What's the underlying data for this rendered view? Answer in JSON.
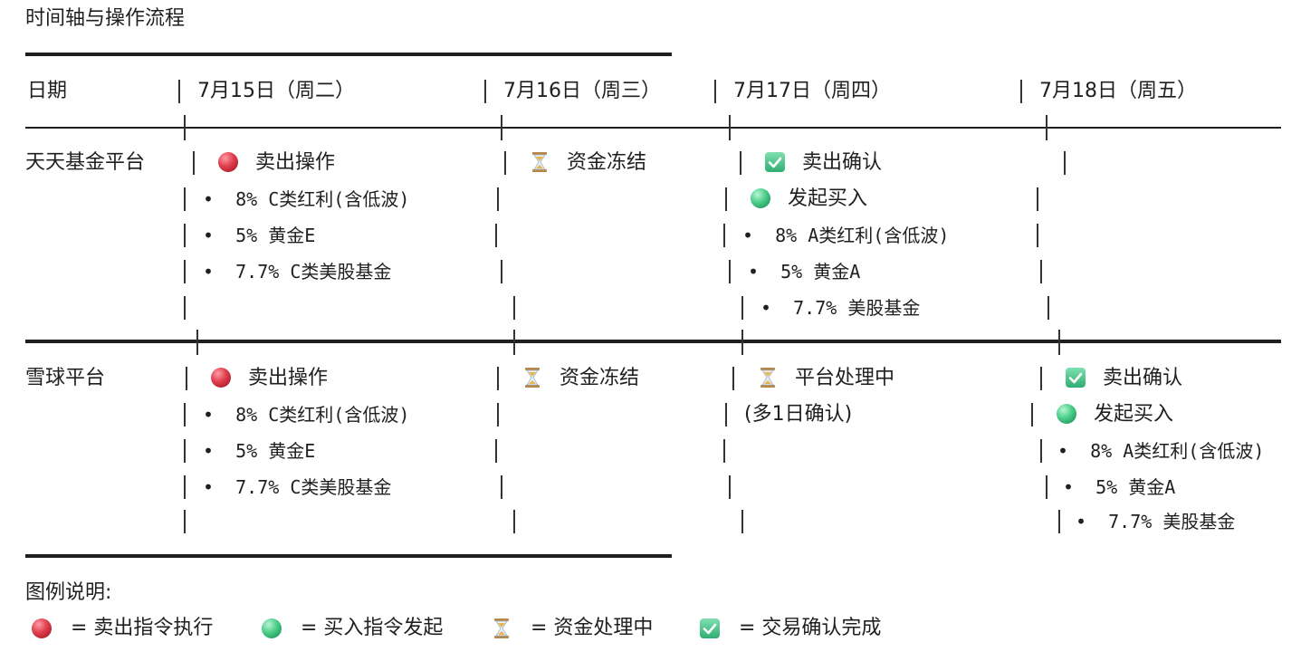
{
  "title": "时间轴与操作流程",
  "header": {
    "date_label": "日期",
    "days": [
      "7月15日（周二）",
      "7月16日（周三）",
      "7月17日（周四）",
      "7月18日（周五）"
    ]
  },
  "platforms": [
    {
      "name": "天天基金平台",
      "day1": {
        "action": "卖出操作",
        "items": [
          "8% C类红利(含低波)",
          "5% 黄金E",
          "7.7% C类美股基金"
        ]
      },
      "day2": {
        "action": "资金冻结"
      },
      "day3": {
        "action1": "卖出确认",
        "action2": "发起买入",
        "items": [
          "8% A类红利(含低波)",
          "5% 黄金A",
          "7.7% 美股基金"
        ]
      }
    },
    {
      "name": "雪球平台",
      "day1": {
        "action": "卖出操作",
        "items": [
          "8% C类红利(含低波)",
          "5% 黄金E",
          "7.7% C类美股基金"
        ]
      },
      "day2": {
        "action": "资金冻结"
      },
      "day3": {
        "action": "平台处理中",
        "note": "(多1日确认)"
      },
      "day4": {
        "action1": "卖出确认",
        "action2": "发起买入",
        "items": [
          "8% A类红利(含低波)",
          "5% 黄金A",
          "7.7% 美股基金"
        ]
      }
    }
  ],
  "legend": {
    "title": "图例说明:",
    "entries": [
      {
        "icon": "red-circle-icon",
        "label": "= 卖出指令执行"
      },
      {
        "icon": "green-circle-icon",
        "label": "= 买入指令发起"
      },
      {
        "icon": "hourglass-icon",
        "label": "= 资金处理中"
      },
      {
        "icon": "check-box-icon",
        "label": "= 交易确认完成"
      }
    ]
  },
  "colors": {
    "red": "#e0404f",
    "green": "#4ccf8a",
    "check": "#43c38a",
    "hourglass": "#d9a441"
  }
}
